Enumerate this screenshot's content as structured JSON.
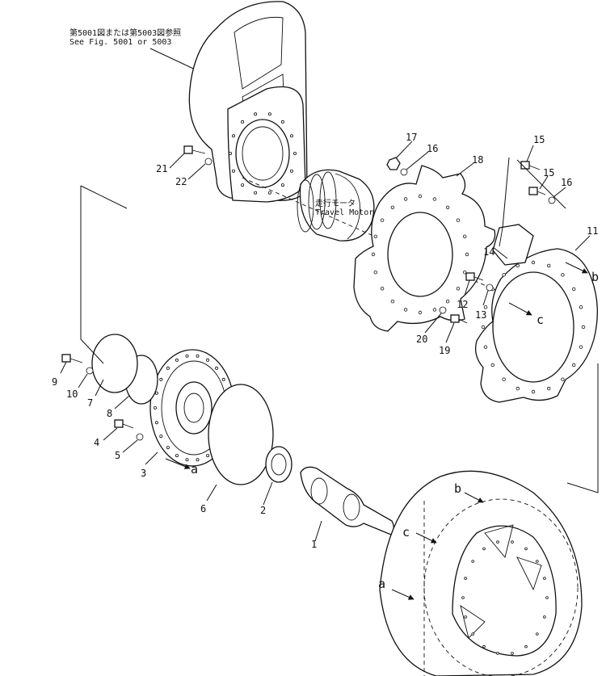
{
  "reference_note": {
    "line_jp": "第5001図または第5003図参照",
    "line_en": "See Fig. 5001 or 5003"
  },
  "motor_label": {
    "jp": "走行モータ",
    "en": "Travel Motor"
  },
  "callouts": [
    "1",
    "2",
    "3",
    "4",
    "5",
    "6",
    "7",
    "8",
    "9",
    "10",
    "11",
    "12",
    "13",
    "14",
    "15",
    "15",
    "16",
    "16",
    "17",
    "18",
    "19",
    "20",
    "21",
    "22"
  ],
  "letters": [
    "a",
    "b",
    "c",
    "a",
    "b",
    "c"
  ]
}
